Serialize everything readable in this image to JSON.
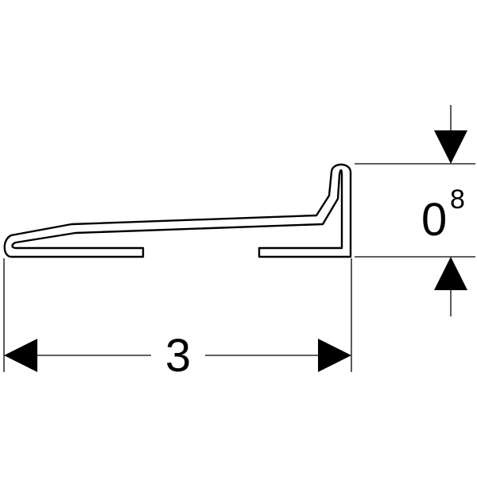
{
  "dimensions": {
    "width_label": "3",
    "height_label_main": "0",
    "height_label_sup": "8"
  },
  "colors": {
    "stroke": "#000000",
    "background": "#ffffff"
  }
}
